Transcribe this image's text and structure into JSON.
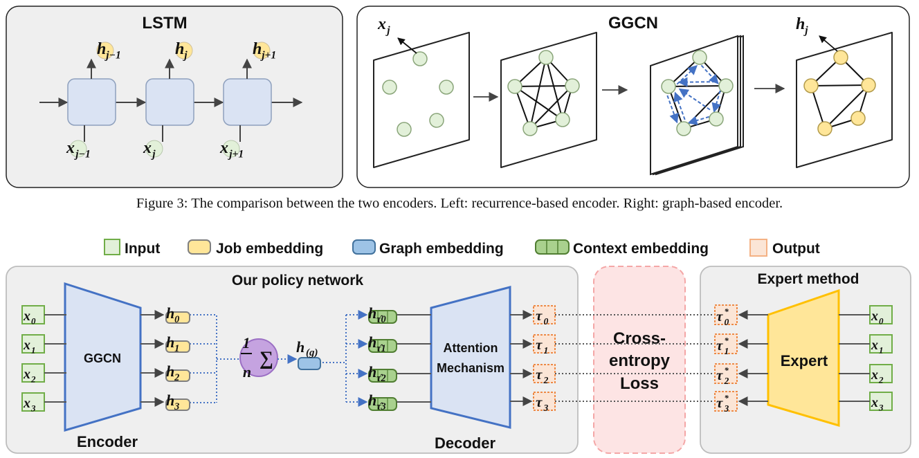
{
  "top": {
    "lstm_title": "LSTM",
    "ggcn_title": "GGCN",
    "lstm_outputs": [
      {
        "base": "h",
        "sub": "j−1"
      },
      {
        "base": "h",
        "sub": "j"
      },
      {
        "base": "h",
        "sub": "j+1"
      }
    ],
    "lstm_inputs": [
      {
        "base": "x",
        "sub": "j−1"
      },
      {
        "base": "x",
        "sub": "j"
      },
      {
        "base": "x",
        "sub": "j+1"
      }
    ],
    "ggcn_input": {
      "base": "x",
      "sub": "j"
    },
    "ggcn_output": {
      "base": "h",
      "sub": "j"
    }
  },
  "caption": "Figure 3: The comparison between the two encoders. Left: recurrence-based encoder. Right: graph-based encoder.",
  "legend": {
    "input": "Input",
    "job": "Job embedding",
    "graph": "Graph embedding",
    "context": "Context embedding",
    "output": "Output"
  },
  "bottom": {
    "policy_title": "Our policy network",
    "expert_title": "Expert method",
    "ggcn_label": "GGCN",
    "encoder_label": "Encoder",
    "decoder_label": "Decoder",
    "attention_line1": "Attention",
    "attention_line2": "Mechanism",
    "loss_line1": "Cross-",
    "loss_line2": "entropy",
    "loss_line3": "Loss",
    "expert_label": "Expert",
    "sum_num": "1",
    "sum_den": "n",
    "sum_sym": "∑",
    "graph_emb": {
      "base": "h",
      "sub": "(g)"
    },
    "inputs": [
      {
        "base": "x",
        "sub": "0"
      },
      {
        "base": "x",
        "sub": "1"
      },
      {
        "base": "x",
        "sub": "2"
      },
      {
        "base": "x",
        "sub": "3"
      }
    ],
    "job_embs": [
      {
        "base": "h",
        "sub": "0"
      },
      {
        "base": "h",
        "sub": "1"
      },
      {
        "base": "h",
        "sub": "2"
      },
      {
        "base": "h",
        "sub": "3"
      }
    ],
    "context_embs": [
      {
        "base": "h",
        "sub": "τ̂0"
      },
      {
        "base": "h",
        "sub": "τ̂1"
      },
      {
        "base": "h",
        "sub": "τ̂2"
      },
      {
        "base": "h",
        "sub": "τ̂3"
      }
    ],
    "outputs": [
      {
        "base": "τ",
        "sub": "0"
      },
      {
        "base": "τ",
        "sub": "1"
      },
      {
        "base": "τ",
        "sub": "2"
      },
      {
        "base": "τ",
        "sub": "3"
      }
    ],
    "expert_outputs": [
      {
        "base": "τ",
        "sub": "0",
        "sup": "*"
      },
      {
        "base": "τ",
        "sub": "1",
        "sup": "*"
      },
      {
        "base": "τ",
        "sub": "2",
        "sup": "*"
      },
      {
        "base": "τ",
        "sub": "3",
        "sup": "*"
      }
    ],
    "expert_inputs": [
      {
        "base": "x",
        "sub": "0"
      },
      {
        "base": "x",
        "sub": "1"
      },
      {
        "base": "x",
        "sub": "2"
      },
      {
        "base": "x",
        "sub": "3"
      }
    ]
  },
  "colors": {
    "input_fill": "#e2f0d9",
    "input_stroke": "#70ad47",
    "job_fill": "#ffe699",
    "job_stroke": "#8c7a3a",
    "graph_fill": "#9dc3e6",
    "graph_stroke": "#41719c",
    "context_fill": "#a9d18e",
    "context_stroke": "#507e32",
    "output_fill": "#fbe5d6",
    "output_stroke": "#ed7d31",
    "block_fill": "#dae3f3",
    "block_stroke": "#4472c4",
    "expert_fill": "#ffe699",
    "expert_stroke": "#ffc000",
    "loss_fill": "#fde4e4",
    "loss_stroke": "#f4a6a6",
    "sum_fill": "#c5a3e0",
    "sum_stroke": "#9b6fc4",
    "panel_fill": "#efefef",
    "panel_stroke": "#bdbdbd",
    "node_fill": "#e2f0d9",
    "node_stroke": "#8aa57a",
    "hnode_fill": "#ffe699",
    "hnode_stroke": "#b29a4a",
    "dash_blue": "#4472c4"
  }
}
